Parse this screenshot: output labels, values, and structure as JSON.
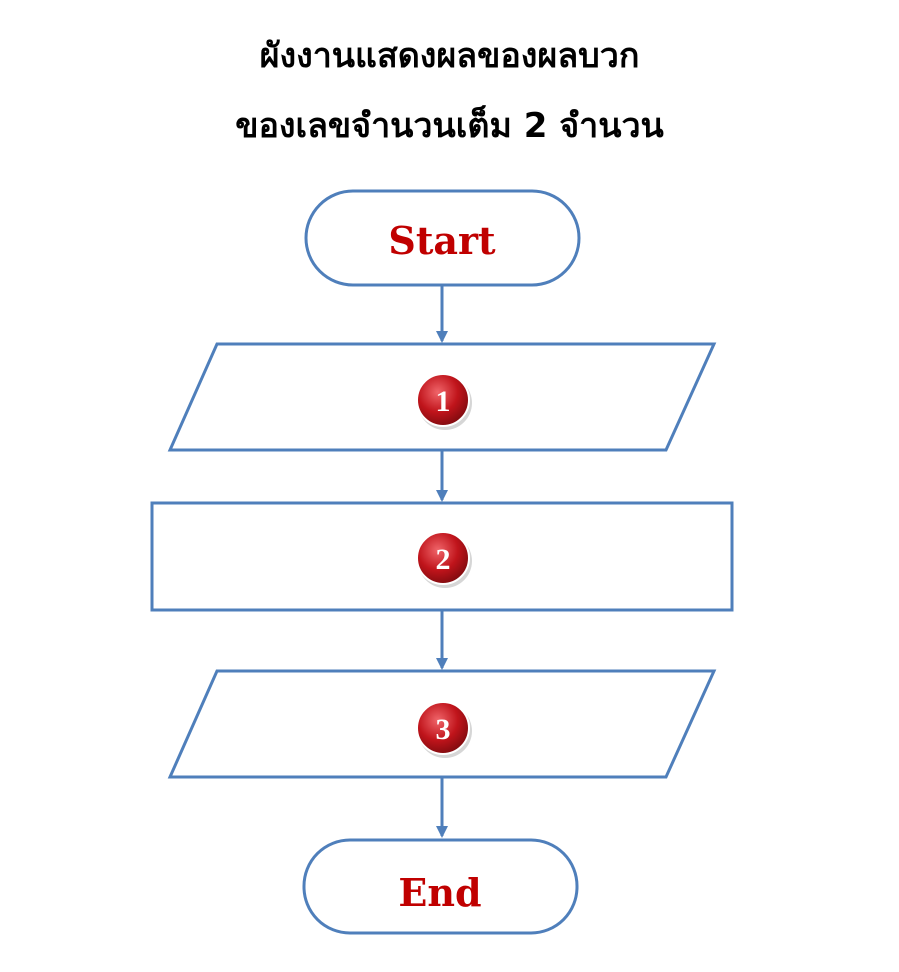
{
  "title": {
    "line1": "ผังงานแสดงผลของผลบวก",
    "line2": "ของเลขจำนวนเต็ม 2 จำนวน"
  },
  "flowchart": {
    "start_label": "Start",
    "end_label": "End",
    "steps": [
      {
        "shape": "parallelogram",
        "badge": "1"
      },
      {
        "shape": "rectangle",
        "badge": "2"
      },
      {
        "shape": "parallelogram",
        "badge": "3"
      }
    ]
  },
  "colors": {
    "stroke": "#4f7fbb",
    "terminal_text": "#c00000",
    "badge_fill": "#c0141b"
  }
}
